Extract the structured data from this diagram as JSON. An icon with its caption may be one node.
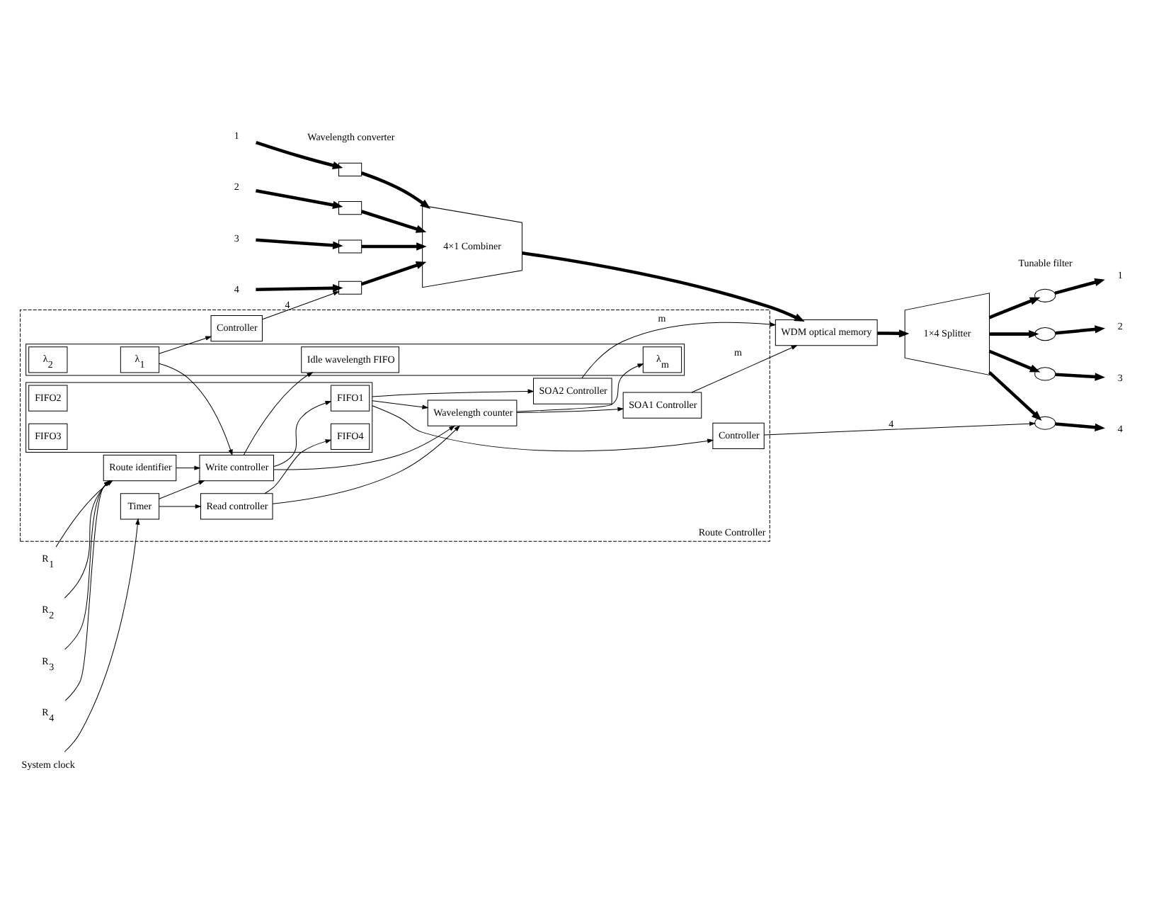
{
  "diagram": {
    "nodes": [
      {
        "text": [
          "Route Controller"
        ]
      },
      {
        "text": [
          "1"
        ]
      },
      {
        "text": [
          "2"
        ]
      },
      {
        "text": [
          "3"
        ]
      },
      {
        "text": [
          "4"
        ]
      },
      {
        "text": [],
        "shape": "box"
      },
      {
        "text": [],
        "shape": "box"
      },
      {
        "text": [],
        "shape": "box"
      },
      {
        "text": [],
        "shape": "box"
      },
      {
        "text": [
          "4×1 Combiner"
        ]
      },
      {
        "text": [
          "WDM optical memory"
        ]
      },
      {
        "text": [
          "1×4 Splitter"
        ]
      },
      {
        "text": [],
        "shape": "circle"
      },
      {
        "text": [],
        "shape": "circle"
      },
      {
        "text": [],
        "shape": "circle"
      },
      {
        "text": [],
        "shape": "circle"
      },
      {
        "text": [
          "1"
        ]
      },
      {
        "text": [
          "2"
        ]
      },
      {
        "text": [
          "3"
        ]
      },
      {
        "text": [
          "4"
        ]
      },
      {
        "text": [
          "Controller"
        ],
        "in": 0
      },
      {
        "text": [
          "SOA1 Controller"
        ],
        "in": 0
      },
      {
        "text": [
          "SOA2 Controller"
        ],
        "in": 0
      },
      {
        "text": [
          "Controller"
        ],
        "in": 0
      },
      {
        "text": [
          "R$_{1}$"
        ]
      },
      {
        "text": [
          "R$_{2}$"
        ]
      },
      {
        "text": [
          "R$_{3}$"
        ]
      },
      {
        "text": [
          "R$_{4}$"
        ]
      },
      {
        "text": [
          "Route identifier"
        ],
        "in": 0
      },
      {
        "text": [],
        "shape": "box",
        "in": 0
      },
      {
        "text": [
          "FIFO1"
        ],
        "in": 29
      },
      {
        "text": [
          "FIFO2"
        ],
        "in": 29
      },
      {
        "text": [
          "FIFO3"
        ],
        "in": 29
      },
      {
        "text": [
          "FIFO4"
        ],
        "in": 29
      },
      {
        "text": [
          "Write controller"
        ],
        "in": 0
      },
      {
        "text": [
          "Read controller"
        ],
        "in": 0
      },
      {
        "text": [
          "Wavelength counter"
        ],
        "in": 0
      },
      {
        "text": [
          "System clock"
        ]
      },
      {
        "text": [
          "Timer"
        ],
        "in": 0
      },
      {
        "text": [],
        "shape": "box",
        "in": 0
      },
      {
        "text": [
          "λ$_{1}$"
        ],
        "in": 39
      },
      {
        "text": [
          "λ$_{2}$"
        ],
        "in": 39
      },
      {
        "text": [
          "Idle wavelength FIFO"
        ],
        "in": 39
      },
      {
        "text": [
          "λ$_{m}$"
        ],
        "in": 39
      }
    ],
    "edges": [
      {
        "from": 1,
        "to": 5,
        "arrow": "to",
        "style": "thick"
      },
      {
        "from": 2,
        "to": 6,
        "arrow": "to",
        "style": "thick"
      },
      {
        "from": 3,
        "to": 7,
        "arrow": "to",
        "style": "thick"
      },
      {
        "from": 4,
        "to": 8,
        "arrow": "to",
        "style": "thick"
      },
      {
        "from": 5,
        "to": 9,
        "arrow": "to",
        "style": "thick"
      },
      {
        "from": 6,
        "to": 9,
        "arrow": "to",
        "style": "thick"
      },
      {
        "from": 7,
        "to": 9,
        "arrow": "to",
        "style": "thick"
      },
      {
        "from": 8,
        "to": 9,
        "arrow": "to",
        "style": "thick"
      },
      {
        "from": 9,
        "to": 10,
        "arrow": "to",
        "style": "thick"
      },
      {
        "from": 10,
        "to": 11,
        "arrow": "to",
        "style": "thick"
      },
      {
        "from": 11,
        "to": 12,
        "arrow": "to",
        "style": "thick"
      },
      {
        "from": 11,
        "to": 13,
        "arrow": "to",
        "style": "thick"
      },
      {
        "from": 11,
        "to": 14,
        "arrow": "to",
        "style": "thick"
      },
      {
        "from": 11,
        "to": 15,
        "arrow": "to",
        "style": "thick"
      },
      {
        "from": 12,
        "to": 16,
        "arrow": "to",
        "style": "thick"
      },
      {
        "from": 13,
        "to": 17,
        "arrow": "to",
        "style": "thick"
      },
      {
        "from": 14,
        "to": 18,
        "arrow": "to",
        "style": "thick"
      },
      {
        "from": 15,
        "to": 19,
        "arrow": "to",
        "style": "thick"
      },
      {
        "from": 20,
        "to": 8,
        "arrow": "to",
        "label": "4"
      },
      {
        "from": 21,
        "to": 10,
        "arrow": "to",
        "label": "m"
      },
      {
        "from": 22,
        "to": 10,
        "arrow": "to",
        "label": "m"
      },
      {
        "from": 23,
        "to": 15,
        "arrow": "to",
        "label": "4"
      },
      {
        "from": 24,
        "to": 28,
        "arrow": "to"
      },
      {
        "from": 25,
        "to": 28,
        "arrow": "to"
      },
      {
        "from": 26,
        "to": 28,
        "arrow": "to"
      },
      {
        "from": 27,
        "to": 28,
        "arrow": "to"
      },
      {
        "from": 28,
        "to": 34,
        "arrow": "to"
      },
      {
        "from": 37,
        "to": 38,
        "arrow": "to"
      },
      {
        "from": 38,
        "to": 34,
        "arrow": "to"
      },
      {
        "from": 38,
        "to": 35,
        "arrow": "to"
      },
      {
        "from": 40,
        "to": 20,
        "arrow": "to"
      },
      {
        "from": 40,
        "to": 34,
        "arrow": "to"
      },
      {
        "from": 34,
        "to": 30,
        "arrow": "to"
      },
      {
        "from": 34,
        "to": 42,
        "arrow": "to"
      },
      {
        "from": 34,
        "to": 36,
        "arrow": "to"
      },
      {
        "from": 35,
        "to": 33,
        "arrow": "to"
      },
      {
        "from": 35,
        "to": 36,
        "arrow": "to"
      },
      {
        "from": 36,
        "to": 43,
        "arrow": "to"
      },
      {
        "from": 36,
        "to": 21,
        "arrow": "to"
      },
      {
        "from": 29,
        "to": 22,
        "arrow": "to"
      },
      {
        "from": 29,
        "to": 36,
        "arrow": "to"
      },
      {
        "from": 29,
        "to": 23,
        "arrow": "to"
      }
    ],
    "labels": [
      "Wavelength converter",
      "Tunable filter"
    ]
  }
}
